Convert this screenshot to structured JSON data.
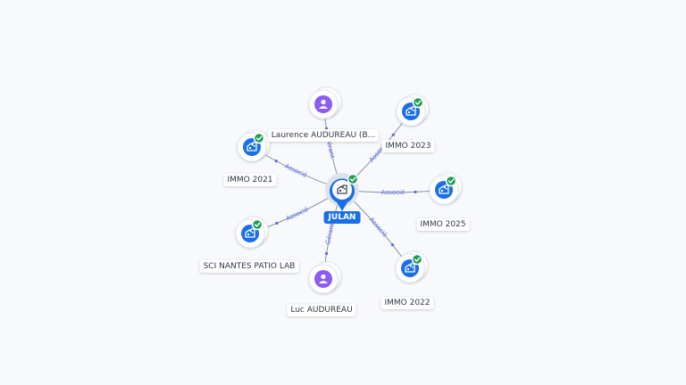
{
  "center": {
    "name": "JULAN",
    "type": "company",
    "verified": true
  },
  "nodes": [
    {
      "id": "laurence",
      "name": "Laurence AUDUREAU (B...",
      "type": "person",
      "relation": "Gérant"
    },
    {
      "id": "immo2023",
      "name": "IMMO 2023",
      "type": "company",
      "verified": true,
      "relation": "Associé"
    },
    {
      "id": "immo2021",
      "name": "IMMO 2021",
      "type": "company",
      "verified": true,
      "relation": "Associé"
    },
    {
      "id": "immo2025",
      "name": "IMMO 2025",
      "type": "company",
      "verified": true,
      "relation": "Associé"
    },
    {
      "id": "scinantes",
      "name": "SCI NANTES PATIO LAB",
      "type": "company",
      "verified": true,
      "relation": "Associé"
    },
    {
      "id": "luc",
      "name": "Luc AUDUREAU",
      "type": "person",
      "relation": "Gérant"
    },
    {
      "id": "immo2022",
      "name": "IMMO 2022",
      "type": "company",
      "verified": true,
      "relation": "Associé"
    }
  ],
  "colors": {
    "company": "#1b6fe6",
    "person": "#8b5cf6",
    "verified": "#1e9b57",
    "edge": "#8a94a6",
    "edge_label": "#5b6bd8"
  },
  "icons": {
    "company": "building-icon",
    "person": "person-icon",
    "verified": "check-badge-icon"
  }
}
